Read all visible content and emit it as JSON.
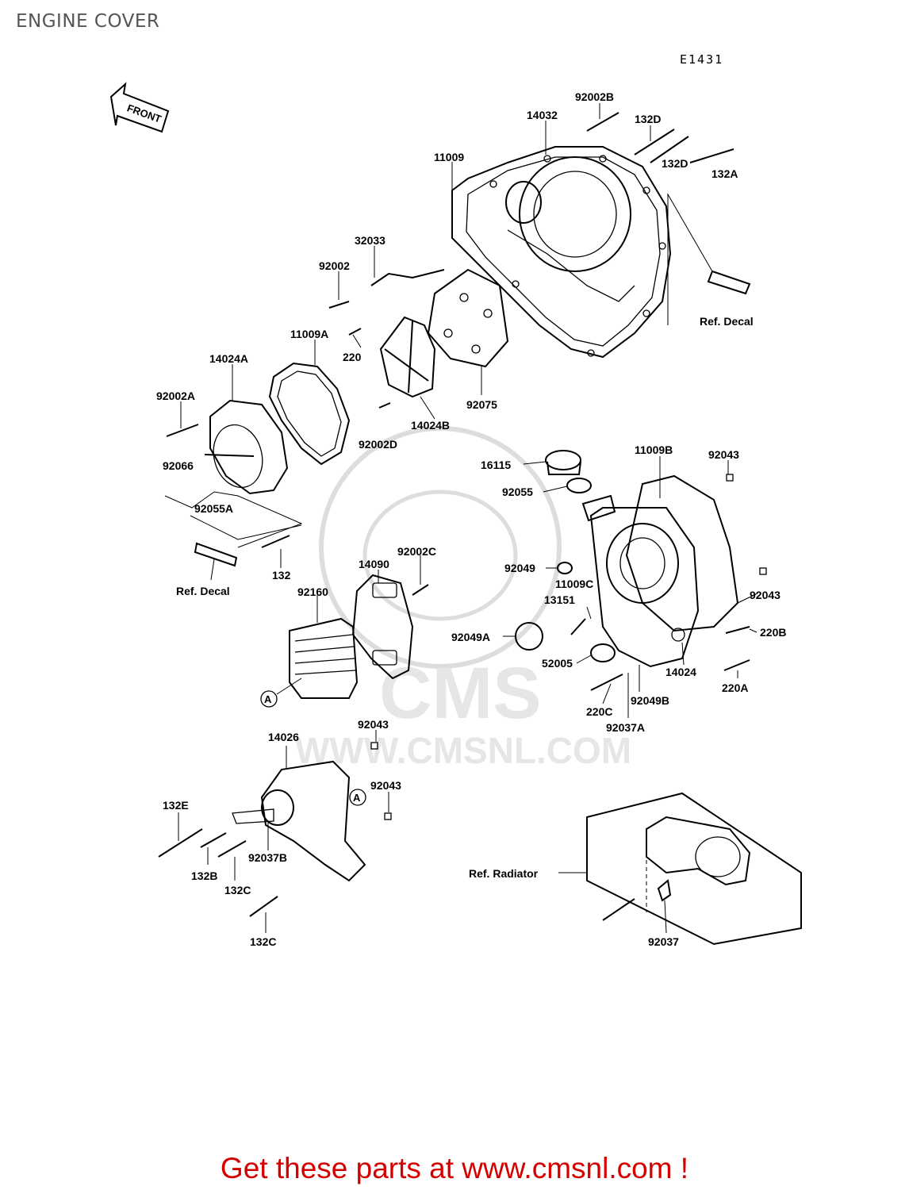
{
  "page": {
    "title": "ENGINE COVER",
    "diagram_code": "E1431",
    "footer_cta": "Get these parts at www.cmsnl.com !"
  },
  "front_arrow": {
    "label": "FRONT"
  },
  "watermark": {
    "logo_text": "CMS",
    "url": "WWW.CMSNL.COM"
  },
  "callouts": {
    "c92002B": "92002B",
    "c14032": "14032",
    "c132D_top": "132D",
    "c132D_mid": "132D",
    "c132A": "132A",
    "c11009": "11009",
    "c32033": "32033",
    "c92002": "92002",
    "ref_decal_top": "Ref. Decal",
    "c11009A": "11009A",
    "c220": "220",
    "c14024A": "14024A",
    "c92002A": "92002A",
    "c92075": "92075",
    "c14024B": "14024B",
    "c92002D": "92002D",
    "c92066": "92066",
    "c92055A": "92055A",
    "c16115": "16115",
    "c11009B": "11009B",
    "c92043_a": "92043",
    "c92055": "92055",
    "c132": "132",
    "ref_decal_left": "Ref. Decal",
    "c92002C": "92002C",
    "c14090": "14090",
    "c92049": "92049",
    "c11009C": "11009C",
    "c13151": "13151",
    "c92043_b": "92043",
    "c92160": "92160",
    "c92049A": "92049A",
    "c220B": "220B",
    "c52005": "52005",
    "c14024": "14024",
    "c220A": "220A",
    "c220C": "220C",
    "c92049B": "92049B",
    "c92037A": "92037A",
    "c92043_c": "92043",
    "c14026": "14026",
    "c92043_d": "92043",
    "c132E": "132E",
    "c92037B": "92037B",
    "c132B": "132B",
    "c132C_a": "132C",
    "c132C_b": "132C",
    "ref_radiator": "Ref. Radiator",
    "c92037": "92037",
    "marker_a1": "A",
    "marker_a2": "A"
  }
}
